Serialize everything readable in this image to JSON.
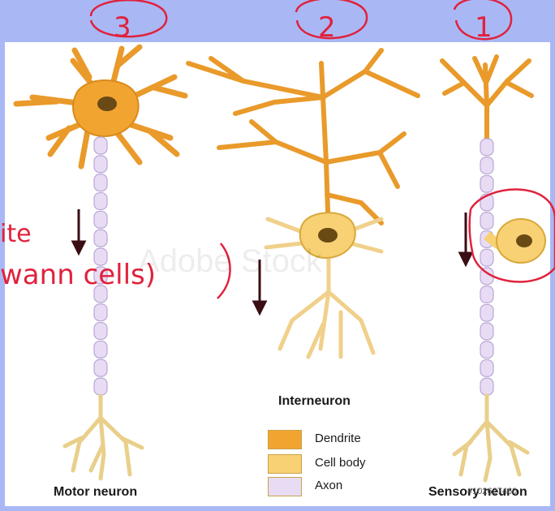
{
  "labels": {
    "motor": "Motor neuron",
    "interneuron": "Interneuron",
    "sensory": "Sensory neuron",
    "stock_id": "#102627460",
    "watermark": "Adobe Stock"
  },
  "legend": [
    {
      "label": "Dendrite",
      "color": "#f2a431"
    },
    {
      "label": "Cell body",
      "color": "#f7d173"
    },
    {
      "label": "Axon",
      "color": "#e8dcf5"
    }
  ],
  "handwriting": {
    "numbers": [
      "3",
      "2",
      "1"
    ],
    "note_line1": "ite",
    "note_line2": "wann cells)",
    "ink_color": "#e0223d"
  },
  "colors": {
    "background": "#a9b8f5",
    "dendrite": "#f2a431",
    "cell_body": "#f7d173",
    "axon": "#e8dcf5",
    "terminal": "#f1dfa3",
    "arrow": "#3a0e14"
  }
}
